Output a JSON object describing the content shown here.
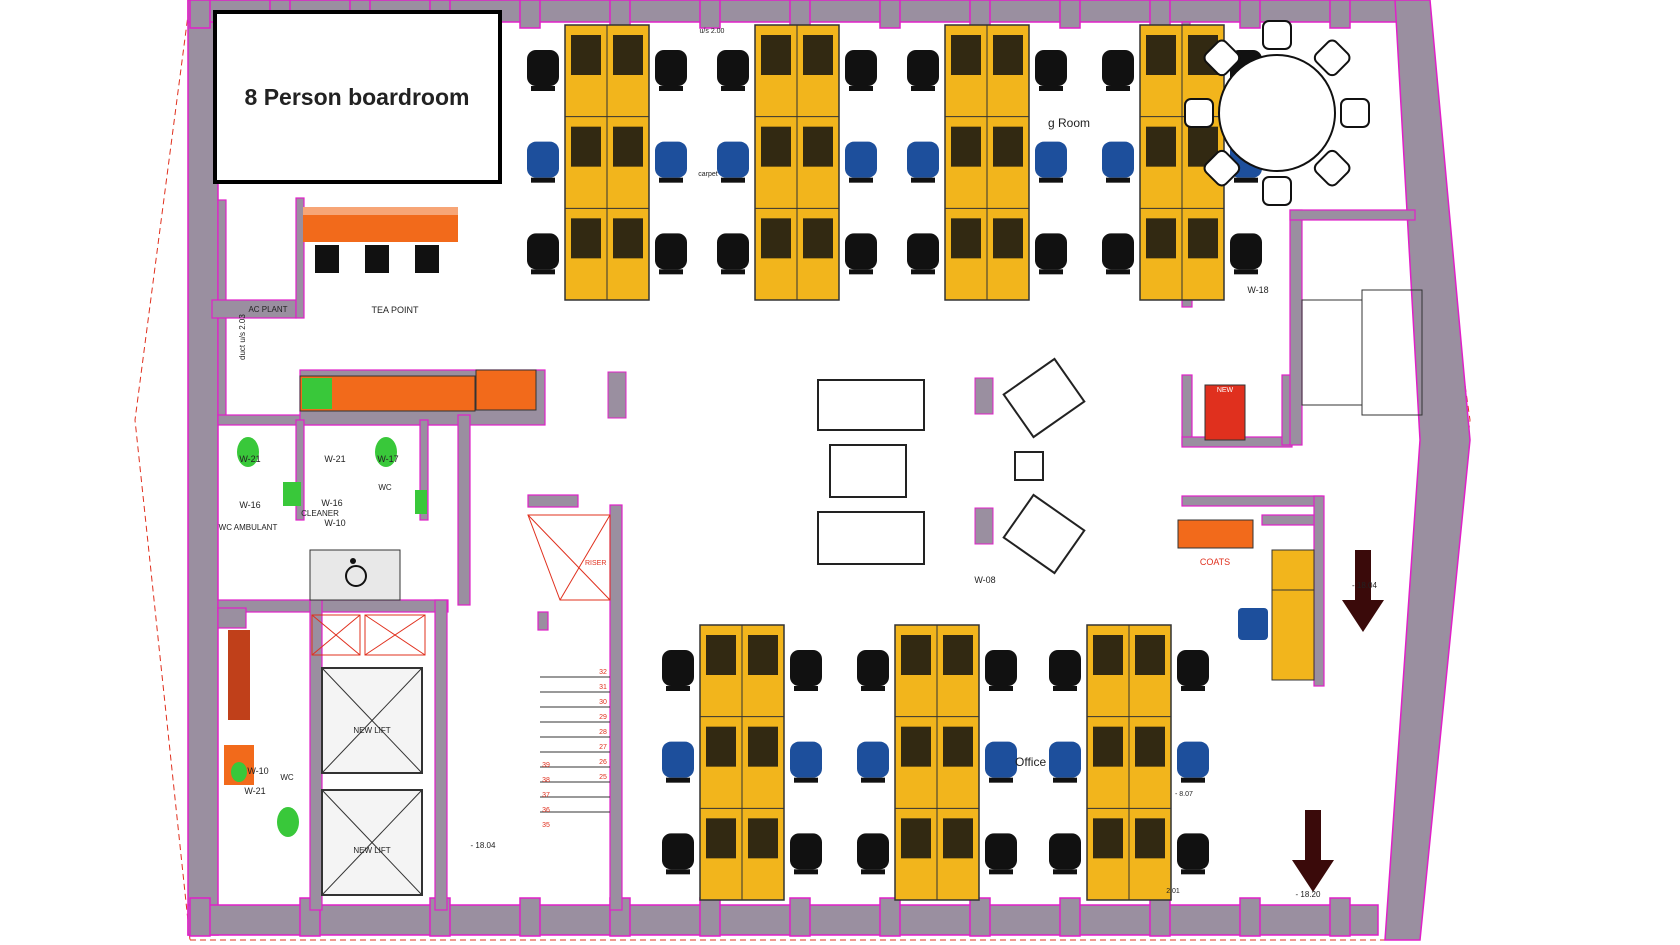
{
  "boardroom": {
    "title": "8 Person boardroom"
  },
  "rooms": {
    "tea_point": "TEA POINT",
    "ac_plant": "AC PLANT",
    "duct": "duct u/s 2.03",
    "coats": "COATS",
    "new": "NEW",
    "meeting_room": "g Room",
    "office": "Office",
    "wc": "WC",
    "wc_ambulant": "WC AMBULANT",
    "cleaner": "CLEANER",
    "new_lift": "NEW LIFT",
    "riser": "RISER",
    "carpet": "carpet"
  },
  "tags": {
    "w21_a": "W-21",
    "w21_b": "W-21",
    "w17": "W-17",
    "w16_a": "W-16",
    "w16_b": "W-16",
    "w10_a": "W-10",
    "w10_b": "W-10",
    "w21_c": "W-21",
    "w18": "W-18",
    "w08": "W-08"
  },
  "levels": {
    "us_200": "u/s 2.00",
    "us_201": "2.01",
    "lvl_1804": "- 18.04",
    "lvl_1820": "- 18.20",
    "lvl_04": "- 18.04",
    "lvl_07": "- 8.07"
  },
  "stair_numbers": [
    "32",
    "31",
    "30",
    "29",
    "28",
    "27",
    "26",
    "25",
    "39",
    "38",
    "37",
    "36",
    "35"
  ],
  "colors": {
    "wall": "#9a8fa0",
    "wall_edge": "#e020c8",
    "desk": "#f2b51c",
    "chair_black": "#111111",
    "chair_blue": "#1d4f9c",
    "orange": "#f26a1b",
    "cyan": "#2bc6d8",
    "green": "#39c83a",
    "red": "#e0301e"
  }
}
